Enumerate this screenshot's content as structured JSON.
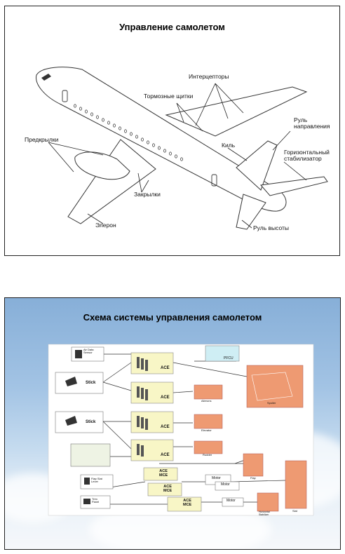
{
  "slide1": {
    "title": "Управление самолетом",
    "labels": {
      "interceptors": "Интерцепторы",
      "brakes": "Тормозные щитки",
      "rudder": "Руль\nнаправления",
      "slats": "Предкрылки",
      "fin": "Киль",
      "stabilizer": "Горизонтальный\nстабилизатор",
      "flaps": "Закрылки",
      "aileron": "Элерон",
      "elevator": "Руль высоты"
    }
  },
  "slide2": {
    "title": "Схема системы управления самолетом",
    "blocks": {
      "ace": "ACE",
      "ace_mce": "ACE\nMCE",
      "stick": "Stick",
      "motor": "Motor",
      "pfcu": "PFCU",
      "rudder": "Rudder",
      "ailerons": "Ailerons",
      "elevator": "Elevator",
      "spoiler": "Spoiler",
      "flap": "Flap",
      "slat": "Slat",
      "stabilizer": "Horizontal\nStabilizer",
      "flap_slat_lever": "Flap Slat\nLever",
      "trim_panel": "Trim\nPanel",
      "air_data": "Air Data\nSensor"
    }
  }
}
